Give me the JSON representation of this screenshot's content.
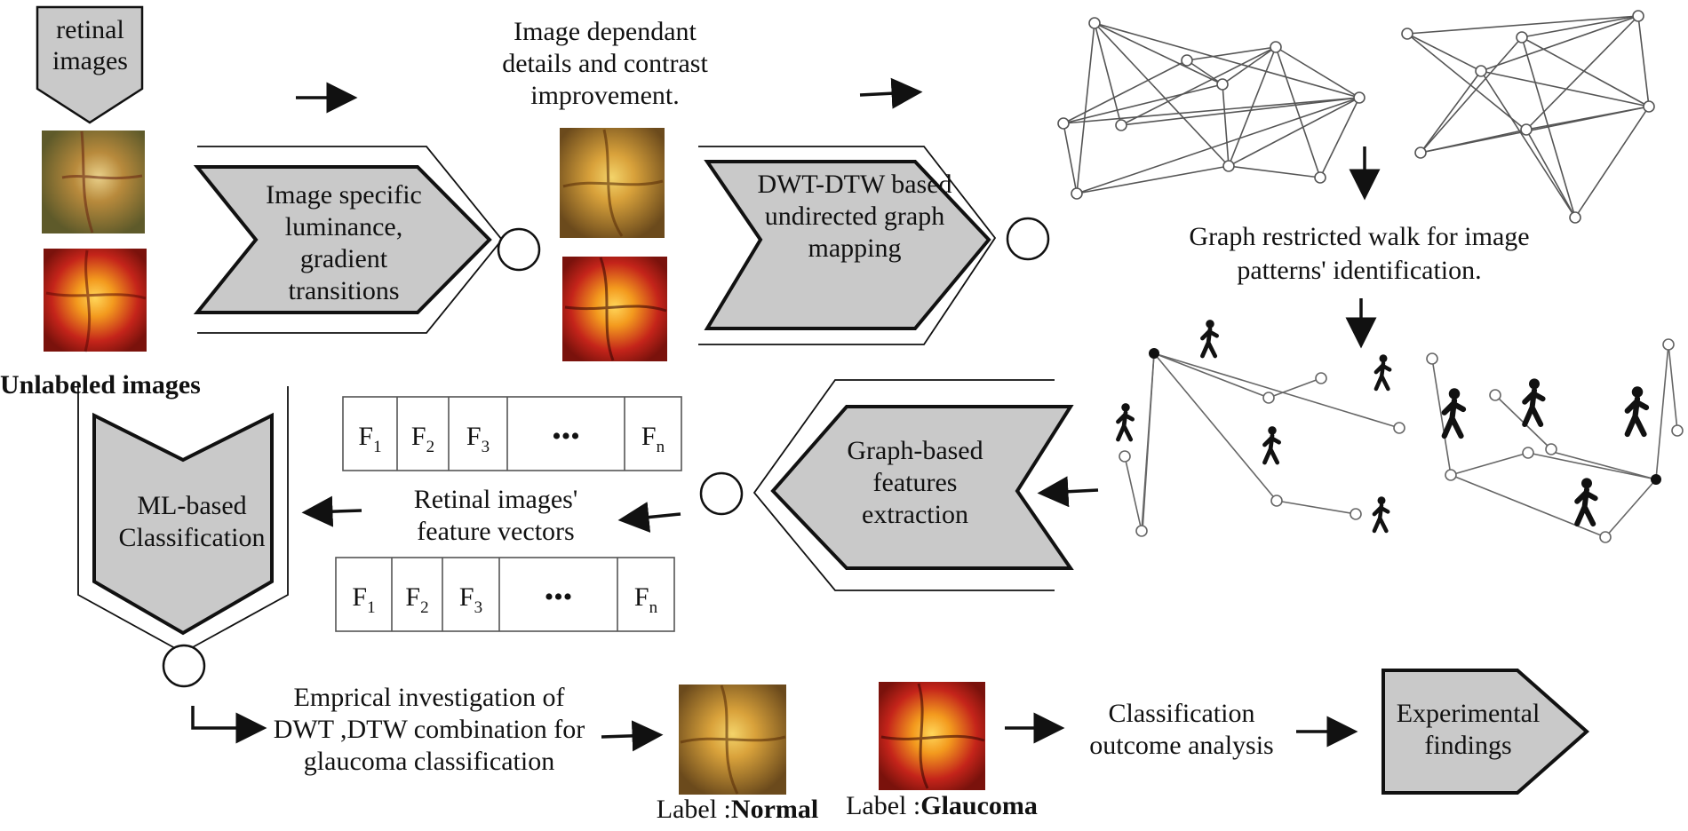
{
  "labels": {
    "retinal_images": "retinal images",
    "unlabeled_images": "Unlabeled images",
    "enhance_step": "Image specific luminance, gradient transitions",
    "enhance_result": "Image dependant details and contrast improvement.",
    "graph_step": "DWT-DTW based undirected graph mapping",
    "walk_caption": "Graph  restricted walk for image patterns' identification.",
    "feature_step": "Graph-based features extraction",
    "feature_vectors": "Retinal  images' feature vectors",
    "ml_step": "ML-based Classification",
    "investigation": "Emprical investigation of DWT ,DTW combination for glaucoma classification",
    "label_prefix_normal": "Label :",
    "label_normal": "Normal",
    "label_prefix_glaucoma": "Label :",
    "label_glaucoma": "Glaucoma",
    "outcome_analysis": "Classification outcome analysis",
    "findings": "Experimental findings"
  },
  "feature_vector": {
    "cells": [
      "F",
      "F",
      "F",
      "•••",
      "F"
    ],
    "subscripts": [
      "1",
      "2",
      "3",
      "",
      "n"
    ]
  },
  "colors": {
    "box_fill": "#c9c9c9",
    "stroke": "#111111",
    "node_fill": "#ffffff",
    "normal_fundus": "#c98a2a",
    "glaucoma_fundus": "#c4241a"
  },
  "icons": [
    "walker-icon",
    "retinal-image",
    "arrow-icon"
  ]
}
